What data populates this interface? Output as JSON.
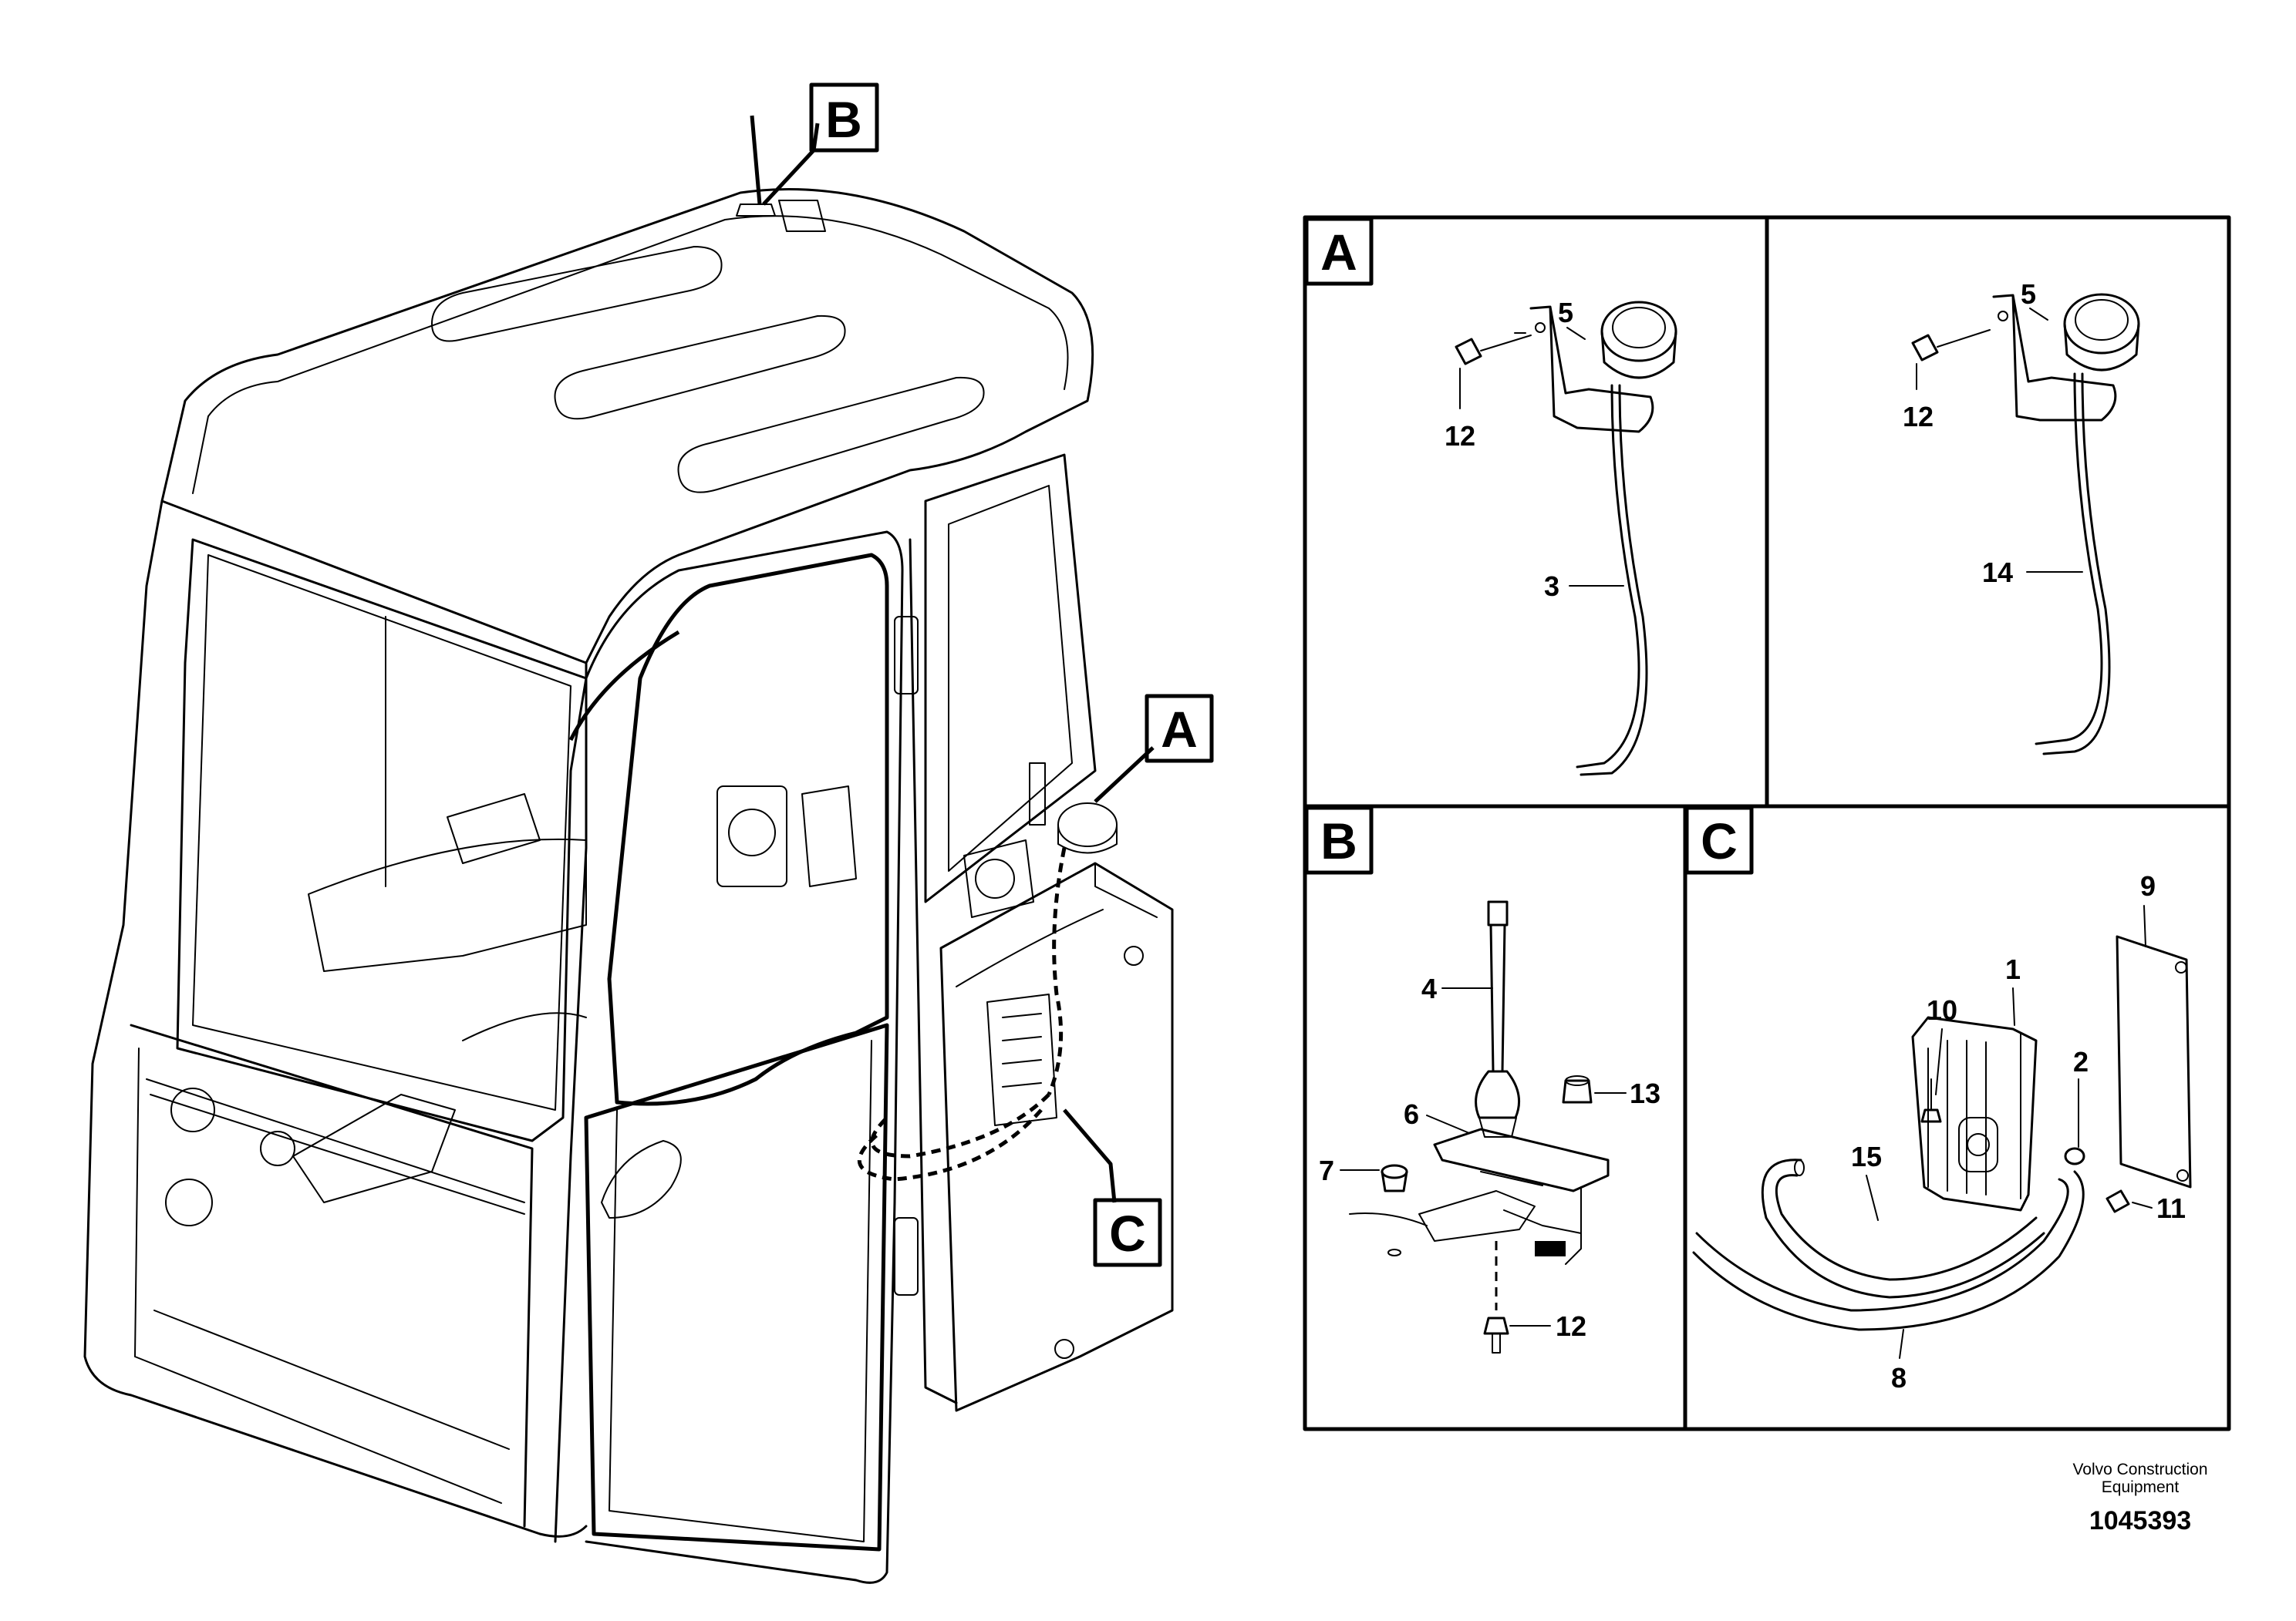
{
  "callouts": {
    "a": "A",
    "b": "B",
    "c": "C"
  },
  "panels": {
    "a_left": {
      "label": "A",
      "parts": {
        "bracket": "5",
        "screw": "12",
        "cable": "3"
      }
    },
    "a_right": {
      "label": "",
      "parts": {
        "bracket": "5",
        "screw": "12",
        "cable": "14"
      }
    },
    "b": {
      "label": "B",
      "parts": {
        "antenna": "4",
        "plate": "6",
        "nut": "13",
        "grommet": "7",
        "screw": "12"
      }
    },
    "c": {
      "label": "C",
      "parts": {
        "unit": "1",
        "plate": "9",
        "bolt10": "10",
        "bolt2": "2",
        "bolt11": "11",
        "hose15": "15",
        "hose8": "8"
      }
    }
  },
  "footer": {
    "line1": "Volvo Construction",
    "line2": "Equipment",
    "doc_id": "1045393"
  },
  "icons": [
    "antenna-icon",
    "gps-receiver-icon",
    "bracket-icon",
    "screw-icon",
    "control-unit-icon"
  ]
}
